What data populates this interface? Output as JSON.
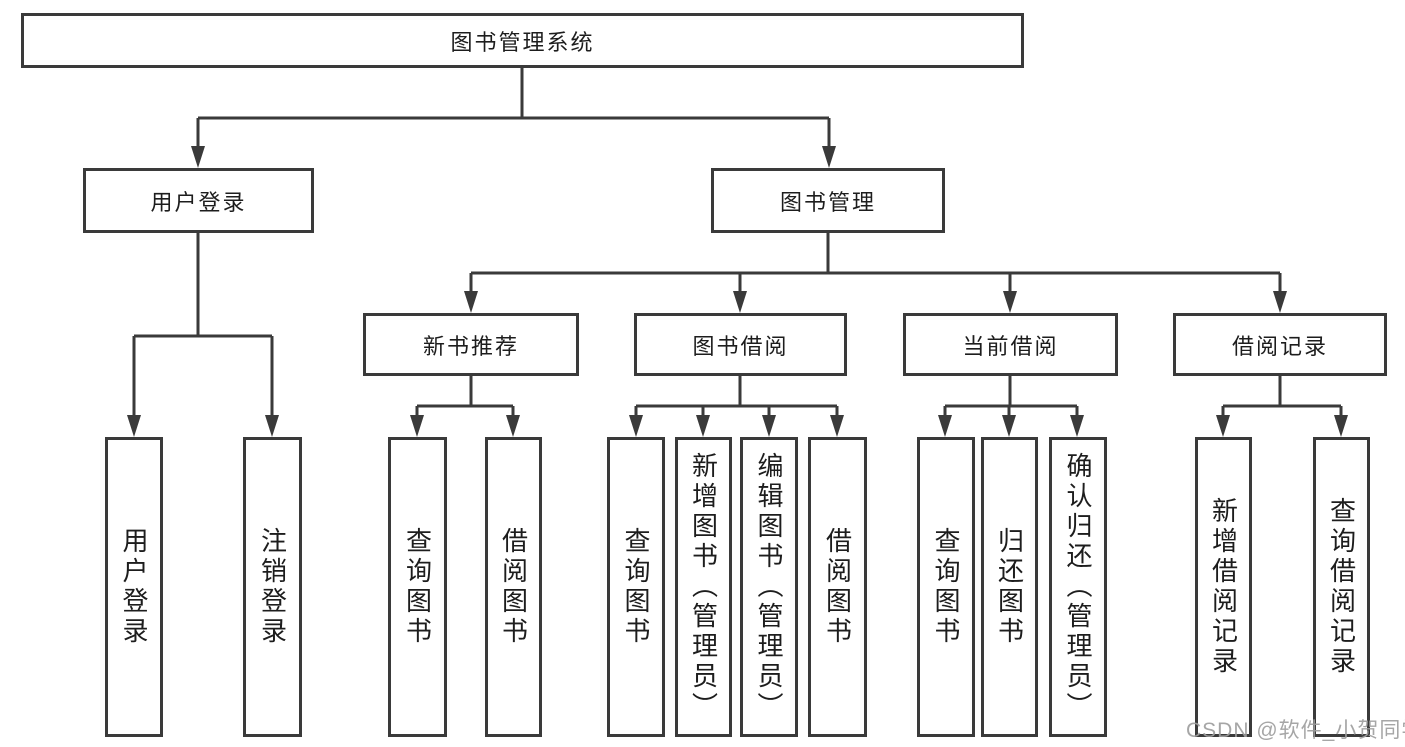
{
  "nodes": {
    "root": "图书管理系统",
    "userLogin": "用户登录",
    "bookMgmt": "图书管理",
    "newBookRec": "新书推荐",
    "bookBorrow": "图书借阅",
    "currentBorrow": "当前借阅",
    "borrowRecords": "借阅记录",
    "ulLogin": "用户登录",
    "ulLogout": "注销登录",
    "nbQueryBooks": "查询图书",
    "nbBorrowBooks": "借阅图书",
    "bbQueryBooks": "查询图书",
    "bbAddBooks": "新增图书（管理员）",
    "bbEditBooks": "编辑图书（管理员）",
    "bbBorrowBooks": "借阅图书",
    "cbQueryBooks": "查询图书",
    "cbReturnBooks": "归还图书",
    "cbConfirmReturn": "确认归还（管理员）",
    "brAddRecord": "新增借阅记录",
    "brQueryRecord": "查询借阅记录"
  },
  "watermark": "CSDN @软件_小贺同学",
  "colors": {
    "line": "#3a3a3a",
    "text": "#1d1d1d",
    "background": "#ffffff",
    "watermark": "#9e9e9e"
  }
}
